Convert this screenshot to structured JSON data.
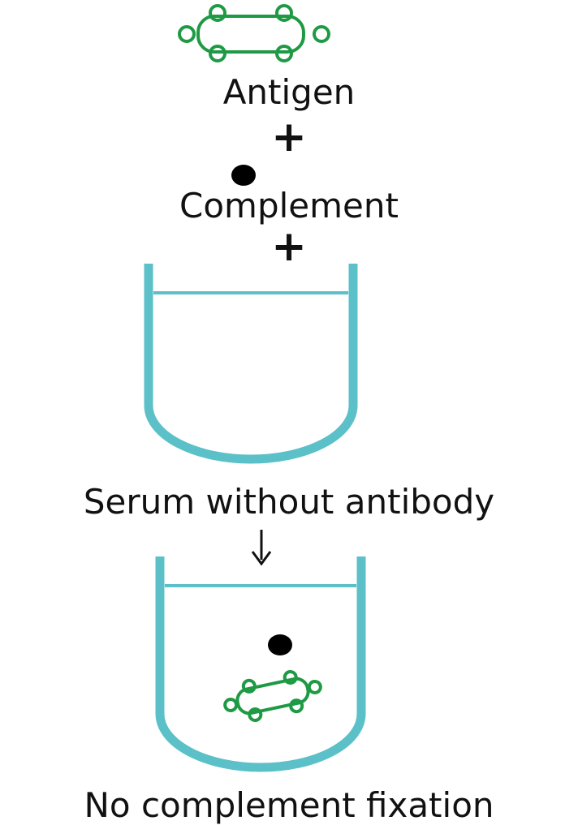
{
  "labels": {
    "antigen": "Antigen",
    "plus_1": "+",
    "complement": "Complement",
    "plus_2": "+",
    "serum": "Serum without antibody",
    "result": "No complement fixation"
  },
  "colors": {
    "antigen": "#1e9a45",
    "complement": "#000000",
    "tube": "#5cc0c8",
    "text": "#111111"
  }
}
